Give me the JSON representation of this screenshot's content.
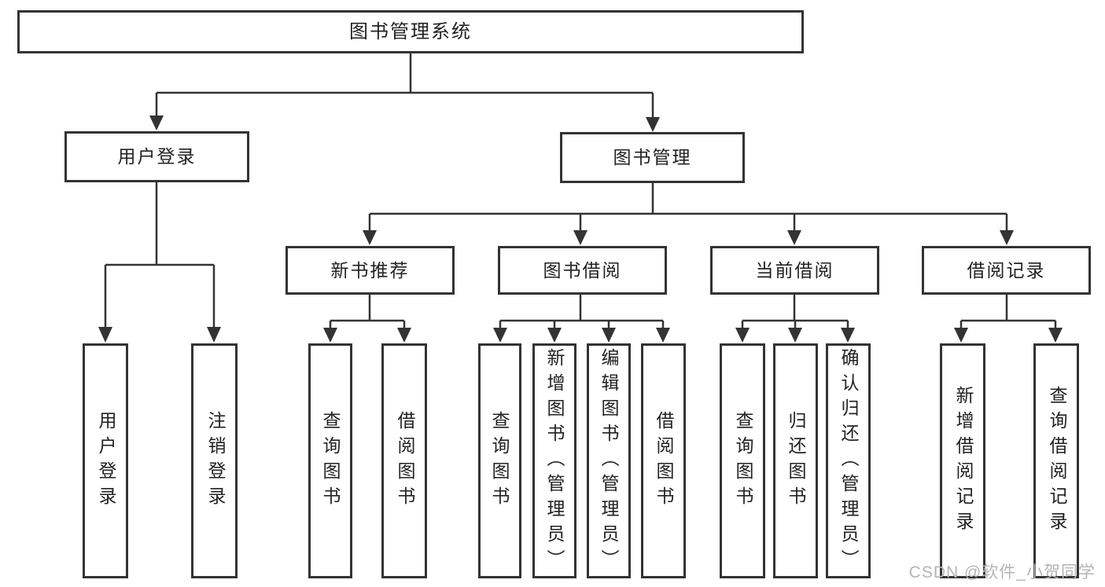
{
  "diagram": {
    "root": "图书管理系统",
    "user_login": {
      "label": "用户登录",
      "children": [
        "用户登录",
        "注销登录"
      ]
    },
    "book_mgmt": {
      "label": "图书管理",
      "sections": [
        {
          "label": "新书推荐",
          "children": [
            "查询图书",
            "借阅图书"
          ]
        },
        {
          "label": "图书借阅",
          "children": [
            "查询图书",
            "新增图书（管理员）",
            "编辑图书（管理员）",
            "借阅图书"
          ]
        },
        {
          "label": "当前借阅",
          "children": [
            "查询图书",
            "归还图书",
            "确认归还（管理员）"
          ]
        },
        {
          "label": "借阅记录",
          "children": [
            "新增借阅记录",
            "查询借阅记录"
          ]
        }
      ]
    }
  },
  "watermark": "CSDN @软件_小贺同学",
  "colors": {
    "line": "#333333",
    "text": "#222222",
    "watermark": "#b5b5b5",
    "background": "#ffffff"
  }
}
